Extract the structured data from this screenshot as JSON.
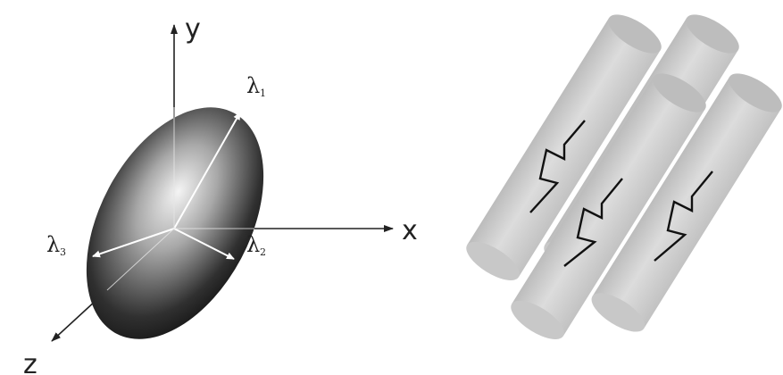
{
  "axes": {
    "x": "x",
    "y": "y",
    "z": "z"
  },
  "eigenvectors": [
    {
      "symbol": "λ",
      "subscript": "1"
    },
    {
      "symbol": "λ",
      "subscript": "2"
    },
    {
      "symbol": "λ",
      "subscript": "3"
    }
  ],
  "colors": {
    "ellipsoid_dark": "#151515",
    "ellipsoid_light": "#f2f2f2",
    "cylinder_body": "#cfcfcf",
    "cylinder_top": "#bdbdbd",
    "zigzag": "#111111"
  },
  "icons": [
    "ellipsoid-shape",
    "cylinder-rod-shape",
    "zigzag-chain-icon"
  ]
}
